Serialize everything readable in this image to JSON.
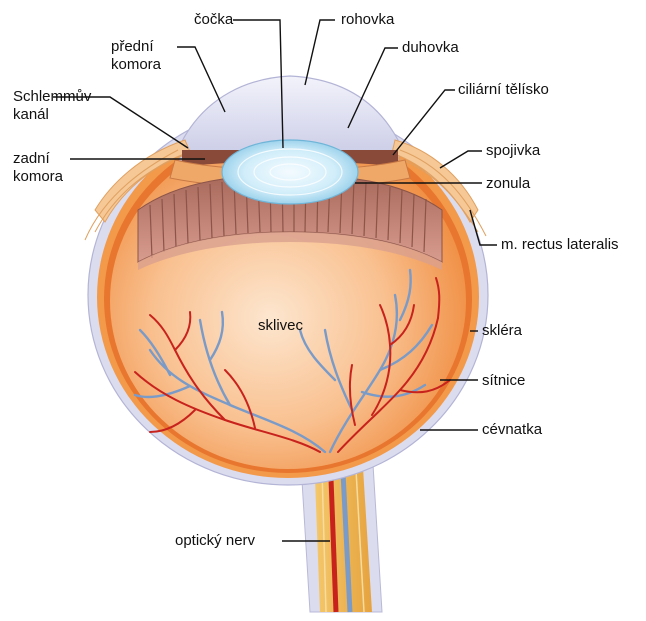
{
  "labels": {
    "cocka": "čočka",
    "rohovka": "rohovka",
    "predni_komora": "přední\nkomora",
    "duhovka": "duhovka",
    "schlemmuv_kanal": "Schlemmův\nkanál",
    "ciliarni_telisko": "ciliární tělísko",
    "zadni_komora": "zadní\nkomora",
    "spojivka": "spojivka",
    "zonula": "zonula",
    "m_rectus_lateralis": "m. rectus lateralis",
    "sklivec": "sklivec",
    "sklera": "skléra",
    "sitnice": "sítnice",
    "cevnatka": "cévnatka",
    "opticky_nerv": "optický nerv"
  },
  "colors": {
    "sclera": "#dcdcef",
    "choroid": "#f29a4a",
    "retina": "#e8762e",
    "vitreous": "#f7b27a",
    "lens": "#bfe6f6",
    "ciliary": "#b9786a",
    "artery": "#c8221d",
    "vein": "#7a9bc8",
    "nerve": "#f2c261",
    "leader_red": "#c7221d",
    "leader_black": "#111111"
  }
}
